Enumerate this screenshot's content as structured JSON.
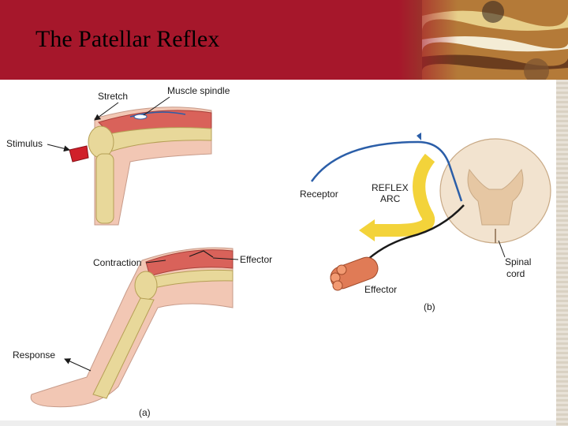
{
  "slide": {
    "title": "The Patellar Reflex"
  },
  "panel_a": {
    "stretch": "Stretch",
    "muscle_spindle": "Muscle spindle",
    "stimulus": "Stimulus",
    "contraction": "Contraction",
    "effector": "Effector",
    "response": "Response",
    "panel_label": "(a)"
  },
  "panel_b": {
    "receptor": "Receptor",
    "reflex_arc_line1": "REFLEX",
    "reflex_arc_line2": "ARC",
    "effector": "Effector",
    "spinal_cord_line1": "Spinal",
    "spinal_cord_line2": "cord",
    "panel_label": "(b)"
  },
  "colors": {
    "header": "#a6172b",
    "muscle": "#d9625a",
    "bone": "#e8d89a",
    "skin": "#f2c7b4",
    "nerve_sensory": "#2b5ea8",
    "nerve_motor": "#1a1a1a",
    "arc_arrow": "#f3d33a"
  }
}
